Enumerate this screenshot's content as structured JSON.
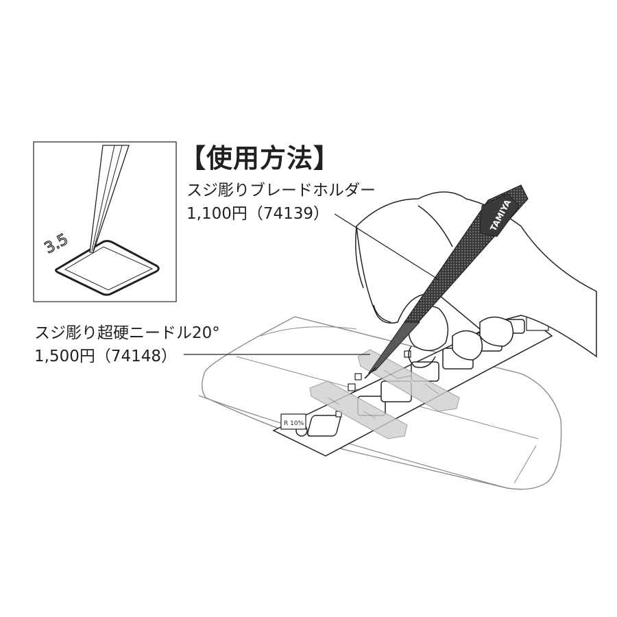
{
  "heading": "【使用方法】",
  "products": [
    {
      "name": "スジ彫りブレードホルダー",
      "price": "1,100円（74139）"
    },
    {
      "name": "スジ彫り超硬ニードル20°",
      "price": "1,500円（74148）"
    }
  ],
  "inset": {
    "label": "3.5"
  },
  "tool": {
    "brand": "TAMIYA"
  },
  "template": {
    "label": "R 10%"
  },
  "colors": {
    "ink": "#231f20",
    "gray": "#8a8a8a",
    "tape": "#cfcfcf",
    "tool": "#3a3a3a"
  }
}
